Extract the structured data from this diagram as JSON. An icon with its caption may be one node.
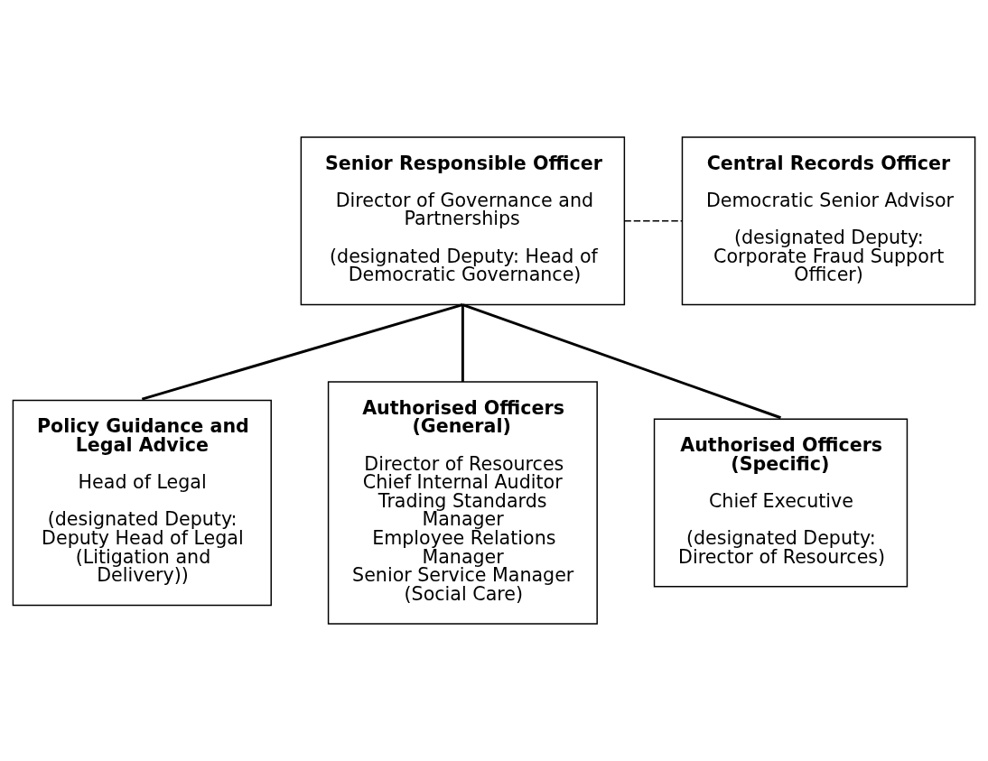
{
  "diagram": {
    "nodes": [
      {
        "text": [
          "Senior Responsible Officer",
          "Director of Governance and Partnerships",
          "(designated Deputy: Head of Democratic Governance)"
        ]
      },
      {
        "text": [
          "Central Records Officer",
          "Democratic Senior Advisor",
          "(designated Deputy: Corporate Fraud Support Officer)"
        ]
      },
      {
        "text": [
          "Policy Guidance and Legal Advice",
          "Head of Legal",
          "(designated Deputy: Deputy Head of Legal (Litigation and Delivery))"
        ]
      },
      {
        "text": [
          "Authorised Officers (General)",
          "Director of Resources",
          "Chief Internal Auditor",
          "Trading Standards Manager",
          "Employee Relations Manager",
          "Senior Service Manager (Social Care)"
        ]
      },
      {
        "text": [
          "Authorised Officers (Specific)",
          "Chief Executive",
          "(designated Deputy: Director of Resources)"
        ]
      }
    ],
    "edges": [
      {
        "from": 0,
        "to": 1,
        "arrow": "none",
        "style": "dashed"
      },
      {
        "from": 0,
        "to": 2,
        "arrow": "none"
      },
      {
        "from": 0,
        "to": 3,
        "arrow": "none"
      },
      {
        "from": 0,
        "to": 4,
        "arrow": "none"
      }
    ]
  }
}
